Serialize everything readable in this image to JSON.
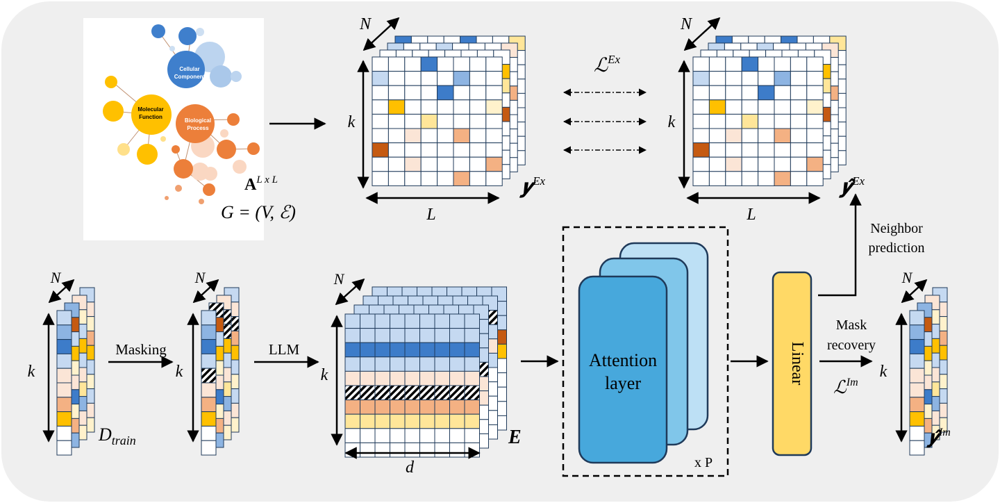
{
  "go_graph": {
    "cellular_component": [
      "Cellular",
      "Component"
    ],
    "molecular_function": [
      "Molecular",
      "Function"
    ],
    "biological_process": [
      "Biological",
      "Process"
    ],
    "adjacency_label": "A",
    "adjacency_sup": "L x L",
    "graph_label": "G = (V, ℰ)"
  },
  "explicit": {
    "target": "𝒚",
    "target_sup": "Ex",
    "pred": "𝒚̂",
    "pred_sup": "Ex",
    "loss": "ℒ",
    "loss_sup": "Ex",
    "n_label": "N",
    "k_label": "k",
    "l_label": "L"
  },
  "pipeline": {
    "n_label": "N",
    "k_label": "k",
    "d_label": "d",
    "dtrain": "D",
    "dtrain_sub": "train",
    "masking": "Masking",
    "llm": "LLM",
    "embedding": "E",
    "attention": [
      "Attention",
      "layer"
    ],
    "repeat": "x P",
    "linear": "Linear",
    "neighbor_prediction": [
      "Neighbor",
      "prediction"
    ],
    "mask_recovery": [
      "Mask",
      "recovery"
    ],
    "im_loss": "ℒ",
    "im_loss_sup": "Im",
    "im_pred": "𝒚̂",
    "im_pred_sup": "Im"
  },
  "colors": {
    "panel_bg": "#efefef",
    "blue_dark": "#3d7cc9",
    "blue_light": "#c5d9f1",
    "blue_mid": "#8db4e2",
    "orange_dark": "#c55a11",
    "orange": "#f4b183",
    "orange_light": "#fbe5d6",
    "gold": "#ffc000",
    "yellow": "#ffe699",
    "yellow_light": "#fff2cc",
    "attention_front": "#47a8dc",
    "attention_mid": "#80c6ea",
    "attention_back": "#bde0f5",
    "linear": "#ffd966"
  }
}
